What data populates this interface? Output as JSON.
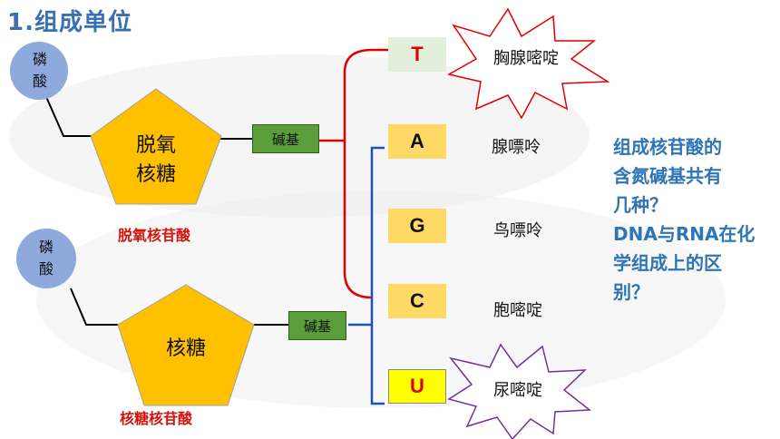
{
  "title": "1.组成单位",
  "dna": {
    "phosphate": [
      "磷",
      "酸"
    ],
    "sugar": [
      "脱氧",
      "核糖"
    ],
    "base": "碱基",
    "nucleotide": "脱氧核苷酸"
  },
  "rna": {
    "phosphate": [
      "磷",
      "酸"
    ],
    "sugar": "核糖",
    "base": "碱基",
    "nucleotide": "核糖核苷酸"
  },
  "bases": [
    {
      "letter": "T",
      "name": "胸腺嘧啶"
    },
    {
      "letter": "A",
      "name": "腺嘌呤"
    },
    {
      "letter": "G",
      "name": "鸟嘌呤"
    },
    {
      "letter": "C",
      "name": "胞嘧啶"
    },
    {
      "letter": "U",
      "name": "尿嘧啶"
    }
  ],
  "questions": [
    "组成核苷酸的",
    "含氮碱基共有",
    "几种？",
    "DNA与RNA在化",
    "学组成上的区",
    "别？"
  ],
  "colors": {
    "title": "#3b6fb3",
    "phosphate": "#8ea9db",
    "pentagon": "#ffc000",
    "base_box": "#ffd966",
    "base_box_t": "#e2efda",
    "base_box_u": "#ffff00",
    "base_tag": "#5a9e3a",
    "bracket_dna": "#e00000",
    "bracket_rna": "#1f4fbf",
    "star_t": "#e00000",
    "star_u": "#7030a0",
    "question": "#2e75b6",
    "label_red": "#d4140c"
  }
}
